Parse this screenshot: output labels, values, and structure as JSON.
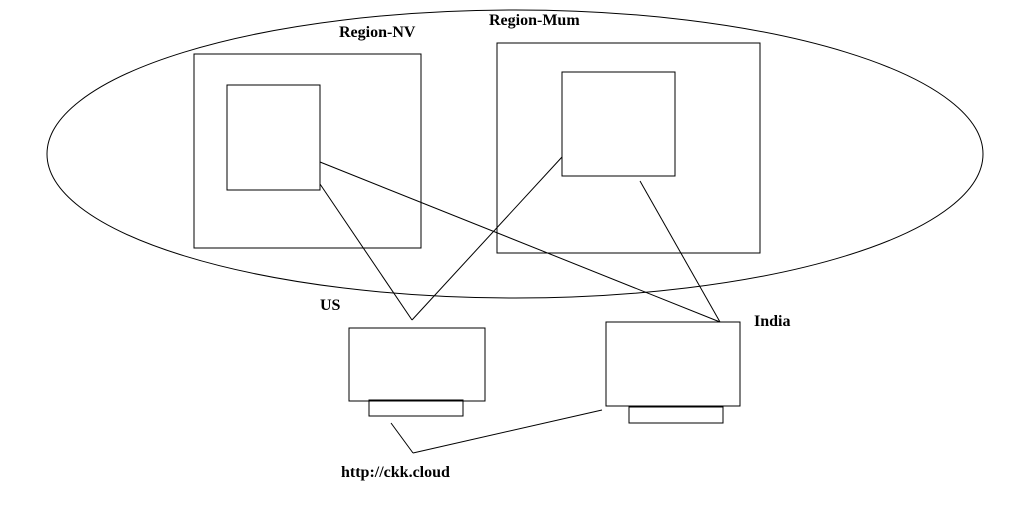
{
  "diagram": {
    "labels": {
      "region_nv": "Region-NV",
      "region_mum": "Region-Mum",
      "us": "US",
      "india": "India",
      "url": "http://ckk.cloud"
    },
    "colors": {
      "stroke": "#000000",
      "background": "#ffffff",
      "text": "#000000"
    }
  }
}
